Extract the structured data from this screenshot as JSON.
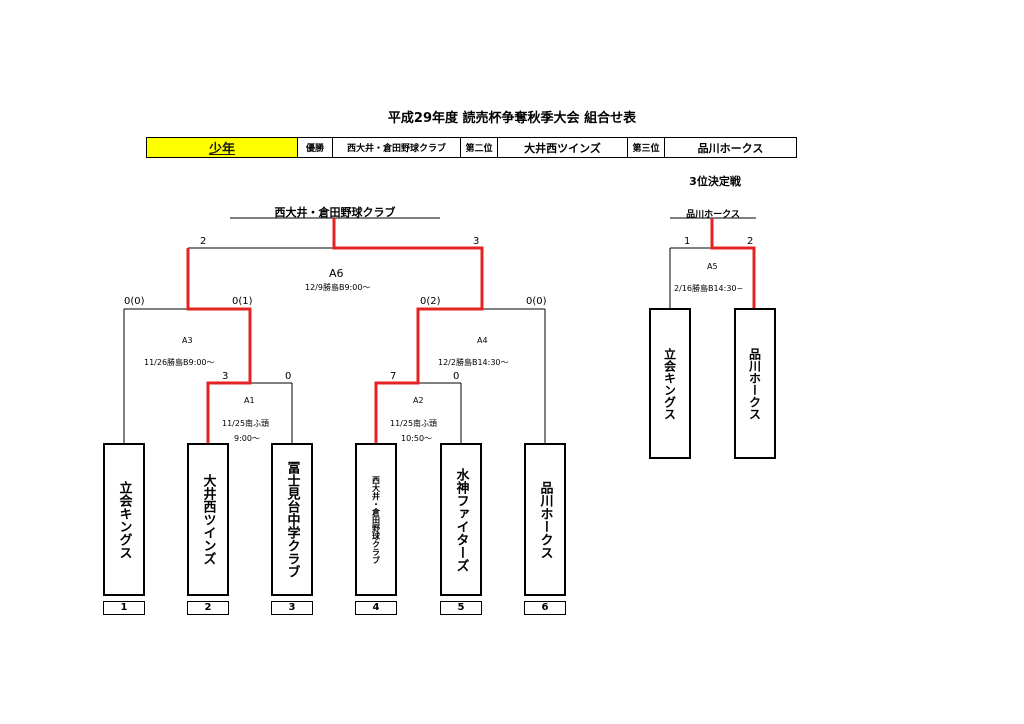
{
  "title": "平成29年度  読売杯争奪秋季大会  組合せ表",
  "header": {
    "category": "少年",
    "winner_label": "優勝",
    "winner": "西大井・倉田野球クラブ",
    "second_label": "第二位",
    "second": "大井西ツインズ",
    "third_label": "第三位",
    "third": "品川ホークス"
  },
  "third_place": {
    "title": "3位決定戦",
    "winner": "品川ホークス",
    "match": {
      "id": "A5",
      "datetime": "2/16勝島B14:30~",
      "score_left": "1",
      "score_right": "2"
    },
    "teams": [
      "立会キングス",
      "品川ホークス"
    ]
  },
  "bracket": {
    "champion": "西大井・倉田野球クラブ",
    "final": {
      "id": "A6",
      "datetime": "12/9勝島B9:00～",
      "score_left": "2",
      "score_right": "3"
    },
    "a3": {
      "id": "A3",
      "datetime": "11/26勝島B9:00～",
      "score_left": "0(0)",
      "score_right": "0(1)"
    },
    "a4": {
      "id": "A4",
      "datetime": "12/2勝島B14:30～",
      "score_left": "0(2)",
      "score_right": "0(0)"
    },
    "a1": {
      "id": "A1",
      "date": "11/25南ふ頭",
      "time": "9:00～",
      "score_left": "3",
      "score_right": "0"
    },
    "a2": {
      "id": "A2",
      "date": "11/25南ふ頭",
      "time": "10:50～",
      "score_left": "7",
      "score_right": "0"
    },
    "teams": [
      {
        "name": "立会キングス",
        "number": "1"
      },
      {
        "name": "大井西ツインズ",
        "number": "2"
      },
      {
        "name": "冨士見台中学クラブ",
        "number": "3"
      },
      {
        "name": "西大井・倉田野球クラブ",
        "number": "4"
      },
      {
        "name": "水神ファイターズ",
        "number": "5"
      },
      {
        "name": "品川ホークス",
        "number": "6"
      }
    ]
  },
  "colors": {
    "winner_line": "#e32322",
    "line": "#000000",
    "category_bg": "#ffff00"
  }
}
